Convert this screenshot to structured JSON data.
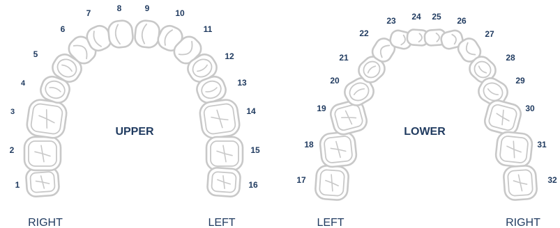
{
  "upper": {
    "title": "UPPER",
    "right_label": "RIGHT",
    "left_label": "LEFT",
    "teeth": [
      {
        "number": "1"
      },
      {
        "number": "2"
      },
      {
        "number": "3"
      },
      {
        "number": "4"
      },
      {
        "number": "5"
      },
      {
        "number": "6"
      },
      {
        "number": "7"
      },
      {
        "number": "8"
      },
      {
        "number": "9"
      },
      {
        "number": "10"
      },
      {
        "number": "11"
      },
      {
        "number": "12"
      },
      {
        "number": "13"
      },
      {
        "number": "14"
      },
      {
        "number": "15"
      },
      {
        "number": "16"
      }
    ]
  },
  "lower": {
    "title": "LOWER",
    "left_label": "LEFT",
    "right_label": "RIGHT",
    "teeth": [
      {
        "number": "17"
      },
      {
        "number": "18"
      },
      {
        "number": "19"
      },
      {
        "number": "20"
      },
      {
        "number": "21"
      },
      {
        "number": "22"
      },
      {
        "number": "23"
      },
      {
        "number": "24"
      },
      {
        "number": "25"
      },
      {
        "number": "26"
      },
      {
        "number": "27"
      },
      {
        "number": "28"
      },
      {
        "number": "29"
      },
      {
        "number": "30"
      },
      {
        "number": "31"
      },
      {
        "number": "32"
      }
    ]
  },
  "colors": {
    "label_color": "#1f3a5f",
    "tooth_outline": "#c8c8c8",
    "background": "#ffffff"
  }
}
